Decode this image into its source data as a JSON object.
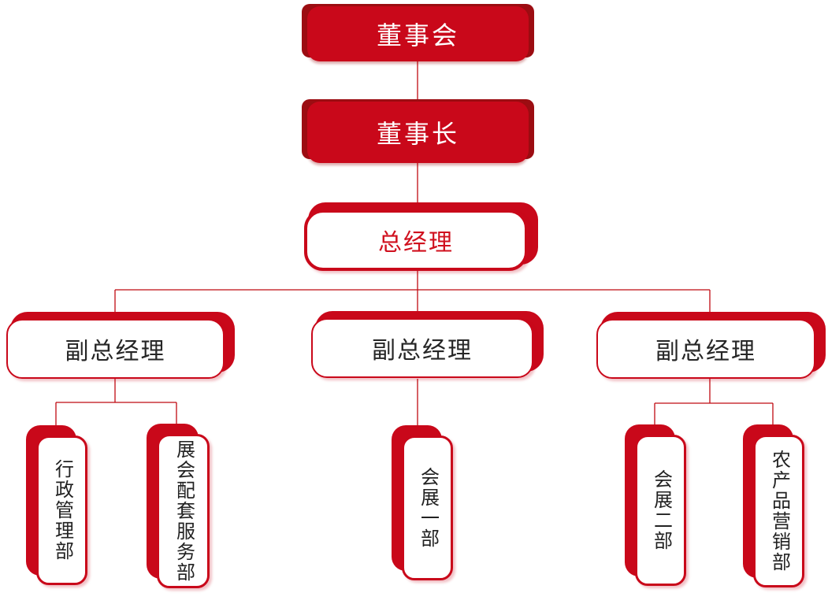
{
  "colors": {
    "primary_red": "#c9081a",
    "dark_red": "#9c0d12",
    "line_red": "#bf0a12",
    "accent_red": "#d0101e",
    "text_dark": "#262626"
  },
  "nodes": {
    "board": {
      "label": "董事会"
    },
    "chairman": {
      "label": "董事长"
    },
    "general_manager": {
      "label": "总经理"
    },
    "deputies": [
      {
        "label": "副总经理"
      },
      {
        "label": "副总经理"
      },
      {
        "label": "副总经理"
      }
    ],
    "departments": [
      {
        "label": "行政管理部"
      },
      {
        "label": "展会配套服务部"
      },
      {
        "label": "会展一部"
      },
      {
        "label": "会展二部"
      },
      {
        "label": "农产品营销部"
      }
    ]
  },
  "hierarchy": {
    "edges": [
      "董事会 > 董事长",
      "董事长 > 总经理",
      "总经理 > 副总经理(1)",
      "总经理 > 副总经理(2)",
      "总经理 > 副总经理(3)",
      "副总经理(1) > 行政管理部",
      "副总经理(1) > 展会配套服务部",
      "副总经理(2) > 会展一部",
      "副总经理(3) > 会展二部",
      "副总经理(3) > 农产品营销部"
    ]
  }
}
